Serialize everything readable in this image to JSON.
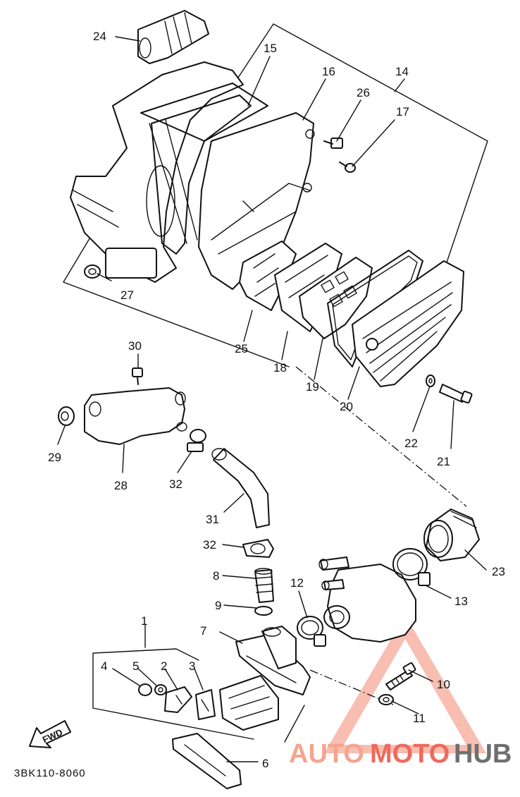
{
  "diagram_code": "3BK110-8060",
  "fwd_label": "FWD",
  "watermark": {
    "part_auto": "AUTO",
    "part_moto": "MOTO",
    "part_hub": "HUB",
    "color_light": "#f6a48e",
    "color_red": "#ef6a5c",
    "color_gray": "#6f6f6f"
  },
  "part_labels": {
    "p1": "1",
    "p2": "2",
    "p3": "3",
    "p4": "4",
    "p5": "5",
    "p6": "6",
    "p7": "7",
    "p8": "8",
    "p9": "9",
    "p10": "10",
    "p11": "11",
    "p12": "12",
    "p13": "13",
    "p14": "14",
    "p15": "15",
    "p16": "16",
    "p17": "17",
    "p18": "18",
    "p19": "19",
    "p20": "20",
    "p21": "21",
    "p22": "22",
    "p23": "23",
    "p24": "24",
    "p25": "25",
    "p26": "26",
    "p27": "27",
    "p28": "28",
    "p29": "29",
    "p30": "30",
    "p31": "31",
    "p32a": "32",
    "p32b": "32"
  }
}
